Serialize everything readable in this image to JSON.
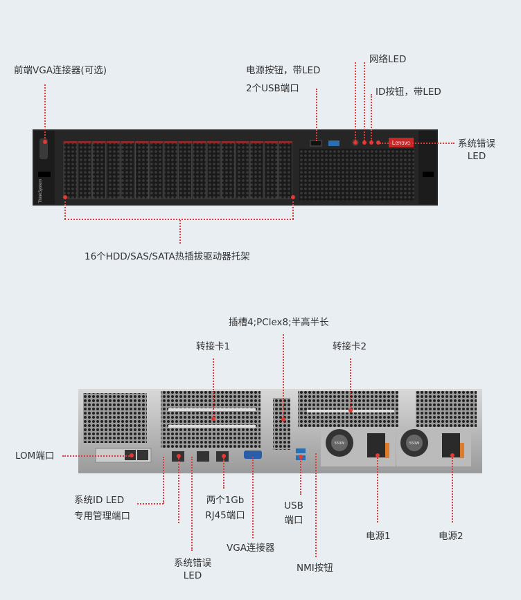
{
  "front": {
    "vga_label": "前端VGA连接器(可选)",
    "power_label": "电源按钮，带LED",
    "usb_label": "2个USB端口",
    "network_led_label": "网络LED",
    "id_button_label": "ID按钮，带LED",
    "error_led_label_1": "系统错误",
    "error_led_label_2": "LED",
    "bays_label": "16个HDD/SAS/SATA热插拔驱动器托架",
    "brand": "Lenovo",
    "side_brand": "ThinkSystem"
  },
  "rear": {
    "slot4_label": "插槽4;PClex8;半高半长",
    "riser1_label": "转接卡1",
    "riser2_label": "转接卡2",
    "lom_label": "LOM端口",
    "id_led_label_1": "系统ID LED",
    "id_led_label_2": "专用管理端口",
    "rj45_label_1": "两个1Gb",
    "rj45_label_2": "RJ45端口",
    "error_led_label_1": "系统错误",
    "error_led_label_2": "LED",
    "vga_label": "VGA连接器",
    "usb_label_1": "USB",
    "usb_label_2": "端口",
    "nmi_label": "NMI按钮",
    "psu1_label": "电源1",
    "psu2_label": "电源2",
    "psu_rating": "550W"
  },
  "colors": {
    "accent": "#e53935",
    "background": "#e9eef3"
  }
}
